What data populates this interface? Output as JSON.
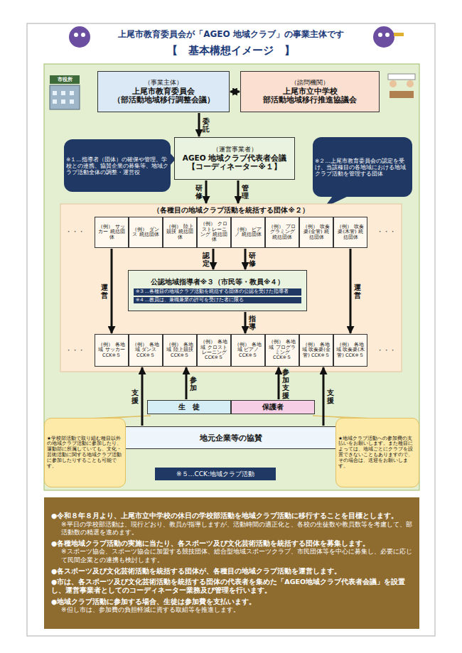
{
  "diagram": {
    "title": "上尾市教育委員会が「AGEO 地域クラブ」の事業主体です",
    "nodes": [
      {
        "text": [
          "（事業主体）",
          "上尾市教育委員会 （部活動地域移行調整会議）"
        ]
      },
      {
        "text": [
          "（諮問機関）",
          "上尾市立中学校 部活動地域移行推進協議会"
        ]
      },
      {
        "text": [
          "※１…指導者（団体）の確保や管理、学校との連携、協賛企業の募集等、地域クラブ活動全体の調整・運営役"
        ]
      },
      {
        "text": [
          "（運営事業者）",
          "AGEO 地域クラブ代表者会議",
          "【コーディネーター※１】"
        ]
      },
      {
        "text": [
          "※２…上尾市教育委員会の認定を受け、当該種目の各地域における地域クラブ活動を管理する団体"
        ]
      },
      {
        "text": [
          "（各種目の地域クラブ活動を統括する団体※２）"
        ]
      },
      {
        "text": [
          "（例） サッカー 統括団体"
        ],
        "in": 5
      },
      {
        "text": [
          "（例） ダンス 統括団体"
        ],
        "in": 5
      },
      {
        "text": [
          "（例） 陸上競技 統括団体"
        ],
        "in": 5
      },
      {
        "text": [
          "（例） クロストレーニング 統括団体"
        ],
        "in": 5
      },
      {
        "text": [
          "（例） ピアノ 統括団体"
        ],
        "in": 5
      },
      {
        "text": [
          "（例） プログラミング 統括団体"
        ],
        "in": 5
      },
      {
        "text": [
          "（例） 吹奏楽(金管) 統括団体"
        ],
        "in": 5
      },
      {
        "text": [
          "（例） 吹奏楽(木管) 統括団体"
        ],
        "in": 5
      },
      {
        "text": [
          "公認地域指導者※３（市民等・教員※４）",
          "※３…各種目の地域クラブ活動を統括する団体の公認を受けた指導者",
          "※４…教員は、兼職兼業の許可を受けた者に限る"
        ],
        "in": 5
      },
      {
        "text": [
          "（例） 各地域 サッカー CCK※５"
        ],
        "in": 5
      },
      {
        "text": [
          "（例） 各地域 ダンス CCK※５"
        ],
        "in": 5
      },
      {
        "text": [
          "（例） 各地域 陸上競技 CCK※５"
        ],
        "in": 5
      },
      {
        "text": [
          "（例） 各地域 クロストレーニング CCK※５"
        ],
        "in": 5
      },
      {
        "text": [
          "（例） 各地域 ピアノ CCK※５"
        ],
        "in": 5
      },
      {
        "text": [
          "（例） 各地域 プログラミング CCK※５"
        ],
        "in": 5
      },
      {
        "text": [
          "（例） 各地域 吹奏楽(金管) CCK※５"
        ],
        "in": 5
      },
      {
        "text": [
          "（例） 各地域 吹奏楽(木管) CCK※５"
        ],
        "in": 5
      },
      {
        "text": [
          "生　徒"
        ]
      },
      {
        "text": [
          "保護者"
        ]
      },
      {
        "text": [
          "地元企業等の協賛"
        ]
      },
      {
        "text": [
          "★学校部活動で取り組む種目以外の地域クラブ活動に参加したり、運動部に所属していても、文化・芸術活動に関する地域クラブ活動に参加したりすることも可能です。"
        ]
      },
      {
        "text": [
          "★地域クラブ活動への参加費の支払いをお願いします。また種目によっては、地域ごとにクラブを設置できないこともありますので、その場合は、送迎をお願いします。"
        ]
      },
      {
        "text": [
          "※５…CCK:地域クラブ活動"
        ]
      },
      {
        "text": [
          "●令和８年８月より、上尾市立中学校の休日の学校部活動を地域クラブ活動に移行することを目標とします。",
          "※平日の学校部活動は、現行どおり、教員が指導しますが、活動時間の適正化と、各校の生徒数や教員数等を考慮して、部活動数の精選を進めます。",
          "●各種地域クラブ活動の実施に当たり、各スポーツ及び文化芸術活動を統括する団体を募集します。",
          "※スポーツ協会、スポーツ協会に加盟する競技団体、総合型地域スポーツクラブ、市民団体等を中心に募集し、必要に応じて民間企業との連携も検討します。",
          "●各スポーツ及び文化芸術活動を統括する団体が、各種目の地域クラブ活動を運営します。",
          "●市は、各スポーツ及び文化芸術活動を統括する団体の代表者を集めた「AGEO地域クラブ代表者会議」を設置し、運営事業者としてのコーディネーター業務及び管理を行います。",
          "●地域クラブ活動に参加する場合、生徒は参加費を支払います。",
          "※但し市は、参加費の負担軽減に資する取組等を推進します。"
        ]
      }
    ],
    "edges": [
      {
        "from": 0,
        "to": 1,
        "arrow": "both"
      },
      {
        "from": 0,
        "to": 3,
        "label": "委託",
        "arrow": "to"
      },
      {
        "from": 3,
        "to": 5,
        "label": "研修",
        "arrow": "to"
      },
      {
        "from": 3,
        "to": 5,
        "label": "管理",
        "arrow": "to"
      },
      {
        "from": 9,
        "to": 14,
        "label": "認定",
        "arrow": "to"
      },
      {
        "from": 10,
        "to": 14,
        "label": "研修",
        "arrow": "to"
      },
      {
        "from": 14,
        "to": 19,
        "label": "指導",
        "arrow": "to"
      },
      {
        "from": 6,
        "to": 15,
        "label": "運営",
        "arrow": "to"
      },
      {
        "from": 13,
        "to": 22,
        "label": "運営",
        "arrow": "to"
      },
      {
        "from": 23,
        "to": 17,
        "label": "参加",
        "arrow": "to"
      },
      {
        "from": 24,
        "to": 20,
        "label": "参加 支援",
        "arrow": "to"
      },
      {
        "from": 25,
        "to": 16,
        "label": "支援",
        "arrow": "to"
      },
      {
        "from": 25,
        "to": 21,
        "label": "支援",
        "arrow": "to"
      }
    ],
    "labels": [
      "【　基本構想イメージ　】",
      "市役所",
      "・・・",
      "・・・",
      "・・・",
      "・・・"
    ]
  }
}
